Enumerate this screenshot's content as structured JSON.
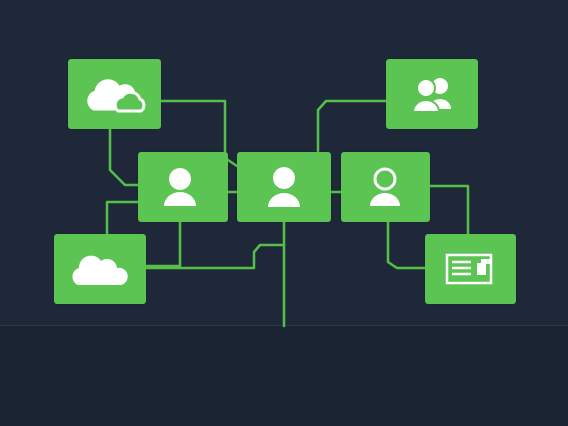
{
  "colors": {
    "background": "#1e2838",
    "node_fill": "#5cc452",
    "wire": "#56bf4c",
    "icon": "#ffffff"
  },
  "diagram": {
    "nodes": [
      {
        "id": "cloud-top-left",
        "icon": "cloud-cluster-icon"
      },
      {
        "id": "user-left",
        "icon": "user-icon"
      },
      {
        "id": "user-center",
        "icon": "user-icon"
      },
      {
        "id": "user-right",
        "icon": "user-outline-icon"
      },
      {
        "id": "group-top-right",
        "icon": "user-group-icon"
      },
      {
        "id": "cloud-bottom-left",
        "icon": "cloud-icon"
      },
      {
        "id": "server-bottom-right",
        "icon": "server-rack-icon"
      }
    ],
    "edges": [
      [
        "cloud-top-left",
        "user-center"
      ],
      [
        "cloud-top-left",
        "user-left"
      ],
      [
        "user-left",
        "user-center"
      ],
      [
        "user-center",
        "group-top-right"
      ],
      [
        "user-center",
        "user-right"
      ],
      [
        "user-left",
        "cloud-bottom-left"
      ],
      [
        "user-center",
        "cloud-bottom-left"
      ],
      [
        "user-right",
        "server-bottom-right"
      ]
    ]
  }
}
